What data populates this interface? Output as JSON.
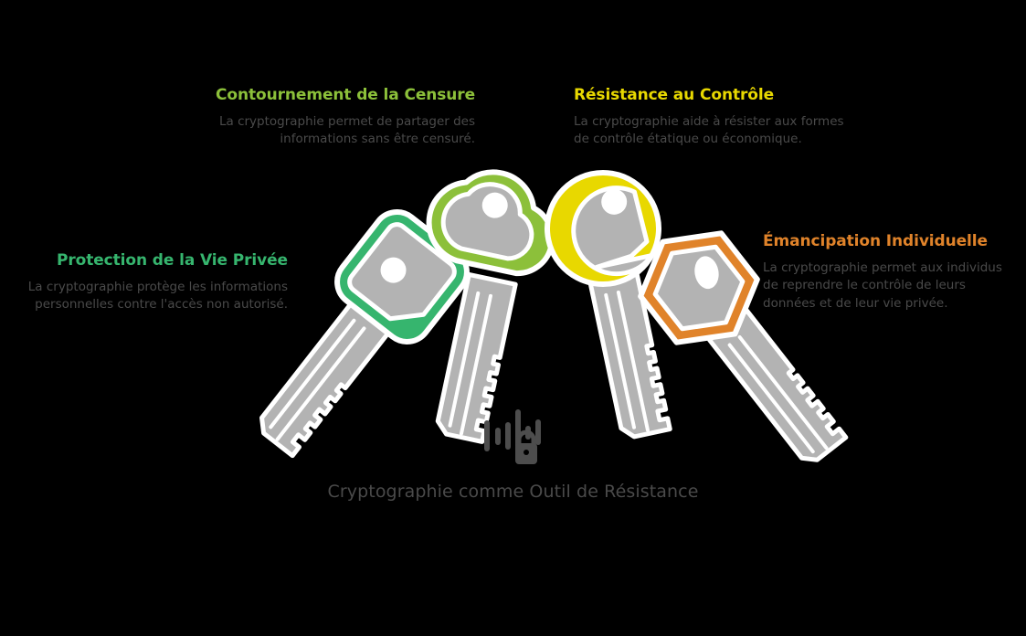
{
  "background_color": "#000000",
  "caption": "Cryptographie comme Outil de Résistance",
  "colors": {
    "green_olive": "#8cc03a",
    "yellow": "#e8d800",
    "teal_green": "#36b56e",
    "orange": "#e0832a",
    "key_body_gray": "#b3b3b3",
    "text_gray": "#4a4a4a",
    "icon_gray": "#4d4d4d"
  },
  "blocks": {
    "censure": {
      "heading": "Contournement de la Censure",
      "body": "La cryptographie permet de partager des informations sans être censuré.",
      "color": "#8cc03a"
    },
    "controle": {
      "heading": "Résistance au Contrôle",
      "body": "La cryptographie aide à résister aux formes de contrôle étatique ou économique.",
      "color": "#e8d800"
    },
    "privacy": {
      "heading": "Protection de la Vie Privée",
      "body": "La cryptographie protège les informations personnelles contre l'accès non autorisé.",
      "color": "#36b56e"
    },
    "emancipation": {
      "heading": "Émancipation Individuelle",
      "body": "La cryptographie permet aux individus de reprendre le contrôle de leurs données et de leur vie privée.",
      "color": "#e0832a"
    }
  },
  "keys": [
    {
      "name": "key-privacy-rounded-square",
      "bow_shape": "rounded-square",
      "outline_color": "#36b56e",
      "rotation_deg": 38
    },
    {
      "name": "key-censure-cloud",
      "bow_shape": "cloud",
      "outline_color": "#8cc03a",
      "rotation_deg": 12
    },
    {
      "name": "key-controle-circle",
      "bow_shape": "circle",
      "outline_color": "#e8d800",
      "rotation_deg": -12
    },
    {
      "name": "key-emancipation-hexagon",
      "bow_shape": "hexagon",
      "outline_color": "#e0832a",
      "rotation_deg": -38
    }
  ],
  "center_icon": {
    "name": "encrypted-waveform-lock-icon",
    "parts": [
      "sound-waveform-bars",
      "padlock"
    ],
    "color": "#4d4d4d"
  }
}
